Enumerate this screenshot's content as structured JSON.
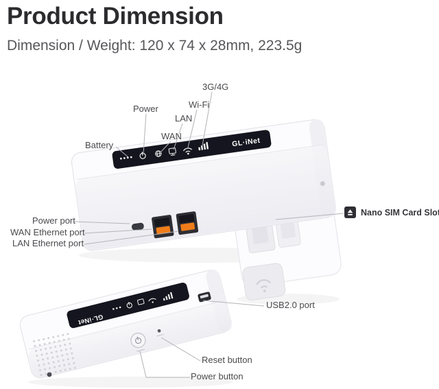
{
  "header": {
    "title": "Product Dimension",
    "subtitle": "Dimension / Weight: 120 x 74 x 28mm, 223.5g"
  },
  "device": {
    "brand": "GL·iNet"
  },
  "callouts": {
    "leds": {
      "battery": "Battery",
      "power": "Power",
      "wan": "WAN",
      "lan": "LAN",
      "wifi": "Wi-Fi",
      "cellular": "3G/4G"
    },
    "ports": {
      "power_port": "Power port",
      "wan_ethernet": "WAN Ethernet port",
      "lan_ethernet": "LAN Ethernet port",
      "sim_slot": "Nano SIM Card Slot",
      "usb": "USB2.0 port"
    },
    "buttons": {
      "reset": "Reset button",
      "power": "Power button"
    }
  },
  "colors": {
    "accent_orange": "#f07d1a",
    "strip_dark": "#15151f",
    "label_gray": "#4a4a4e",
    "leader_line": "#b3b3b9"
  }
}
